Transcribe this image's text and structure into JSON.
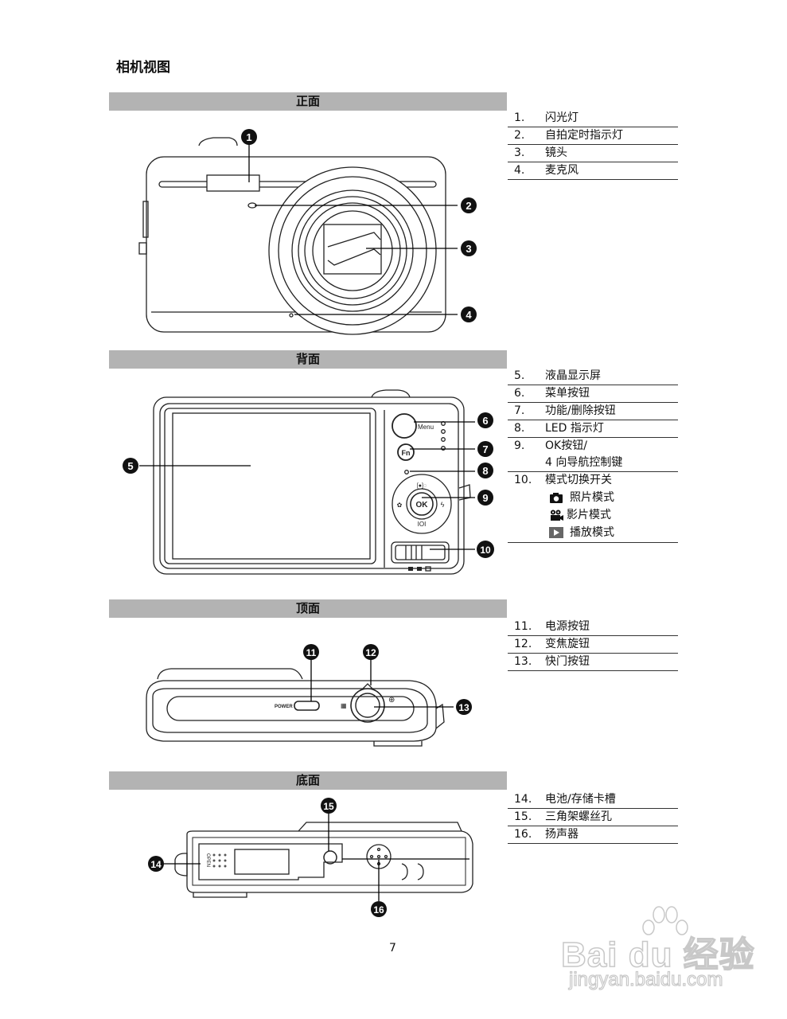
{
  "page": {
    "title": "相机视图",
    "page_number": "7"
  },
  "sections": {
    "front": {
      "header": "正面",
      "items": [
        {
          "num": "1.",
          "label": "闪光灯"
        },
        {
          "num": "2.",
          "label": "自拍定时指示灯"
        },
        {
          "num": "3.",
          "label": "镜头"
        },
        {
          "num": "4.",
          "label": "麦克风"
        }
      ],
      "callouts": [
        "1",
        "2",
        "3",
        "4"
      ]
    },
    "back": {
      "header": "背面",
      "items": [
        {
          "num": "5.",
          "label": "液晶显示屏"
        },
        {
          "num": "6.",
          "label": "菜单按钮"
        },
        {
          "num": "7.",
          "label": "功能/删除按钮"
        },
        {
          "num": "8.",
          "label": "LED  指示灯"
        },
        {
          "num": "9.",
          "label": "OK按钮/",
          "label2": "4  向导航控制键"
        },
        {
          "num": "10.",
          "label": "模式切换开关",
          "modes": [
            {
              "icon": "camera-icon",
              "label": "照片模式"
            },
            {
              "icon": "video-camera-icon",
              "label": "影片模式"
            },
            {
              "icon": "play-icon",
              "label": "播放模式"
            }
          ]
        }
      ],
      "callouts": [
        "5",
        "6",
        "7",
        "8",
        "9",
        "10"
      ],
      "button_labels": {
        "menu": "Menu",
        "fn": "Fn",
        "ok": "OK"
      }
    },
    "top": {
      "header": "顶面",
      "items": [
        {
          "num": "11.",
          "label": "电源按钮"
        },
        {
          "num": "12.",
          "label": "变焦旋钮"
        },
        {
          "num": "13.",
          "label": "快门按钮"
        }
      ],
      "callouts": [
        "11",
        "12",
        "13"
      ],
      "power_label": "POWER"
    },
    "bottom": {
      "header": "底面",
      "items": [
        {
          "num": "14.",
          "label": "电池/存储卡槽"
        },
        {
          "num": "15.",
          "label": "三角架螺丝孔"
        },
        {
          "num": "16.",
          "label": "扬声器"
        }
      ],
      "callouts": [
        "14",
        "15",
        "16"
      ],
      "open_label": "OPEN"
    }
  },
  "watermark": {
    "logo": "Bai du 经验",
    "url": "jingyan.baidu.com"
  }
}
